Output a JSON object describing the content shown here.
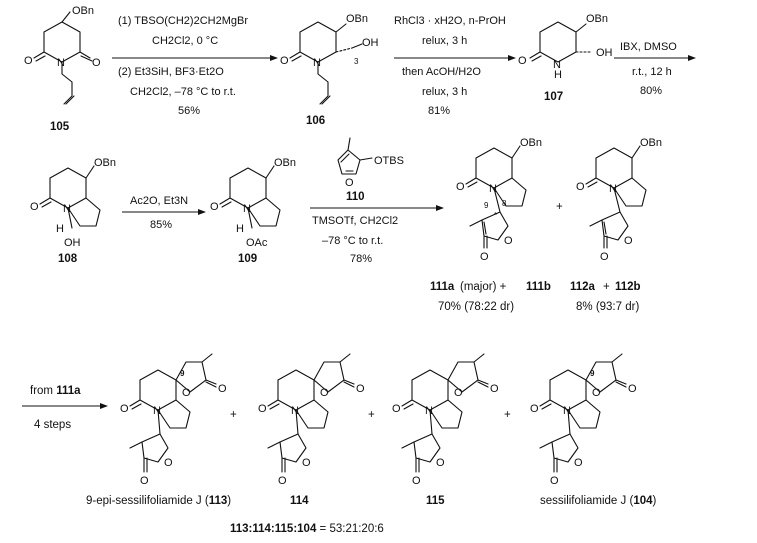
{
  "step1": {
    "compound": "105",
    "sm_obn": "OBn",
    "c1": "(1) TBSO(CH2)2CH2MgBr",
    "c2": "CH2Cl2, 0 °C",
    "c3": "(2) Et3SiH, BF3·Et2O",
    "c4": "CH2Cl2, –78 °C to r.t.",
    "yield": "56%"
  },
  "step2": {
    "compound": "106",
    "obn": "OBn",
    "oh": "OH",
    "sub3": "3",
    "c1": "RhCl3 · xH2O, n-PrOH",
    "c2": "relux, 3 h",
    "c3": "then AcOH/H2O",
    "c4": "relux, 3 h",
    "yield": "81%"
  },
  "step3": {
    "compound": "107",
    "obn": "OBn",
    "oh": "OH",
    "nh": "N",
    "h": "H",
    "c1": "IBX, DMSO",
    "c2": "r.t., 12 h",
    "yield": "80%"
  },
  "step4": {
    "compound": "108",
    "obn": "OBn",
    "oh": "OH",
    "h": "H",
    "c1": "Ac2O, Et3N",
    "yield": "85%"
  },
  "step5": {
    "compound": "109",
    "obn": "OBn",
    "oac": "OAc",
    "h": "H",
    "reagent_label": "110",
    "otbs": "OTBS",
    "c1": "TMSOTf, CH2Cl2",
    "c2": "–78 °C to r.t.",
    "yield": "78%"
  },
  "products": {
    "p1_label_a": "111a",
    "p1_major": "(major) +",
    "p1_label_b": "111b",
    "p1_yield": "70% (78:22 dr)",
    "p2_label_a": "112a",
    "p2_plus": "+",
    "p2_label_b": "112b",
    "p2_yield": "8% (93:7 dr)",
    "plus": "+",
    "num9": "9",
    "num8": "8",
    "star": "*",
    "obn": "OBn"
  },
  "row3": {
    "from_text": "from",
    "from_compound": "111a",
    "steps": "4 steps",
    "n113_name": "9-epi-sessilifoliamide J",
    "n113": "113",
    "n114": "114",
    "n115": "115",
    "n104_name": "sessilifoliamide J",
    "n104": "104",
    "num9": "9",
    "plus": "+",
    "ratio_label": "113:114:115:104",
    "ratio_value": "= 53:21:20:6"
  },
  "atoms": {
    "O": "O",
    "N": "N"
  }
}
